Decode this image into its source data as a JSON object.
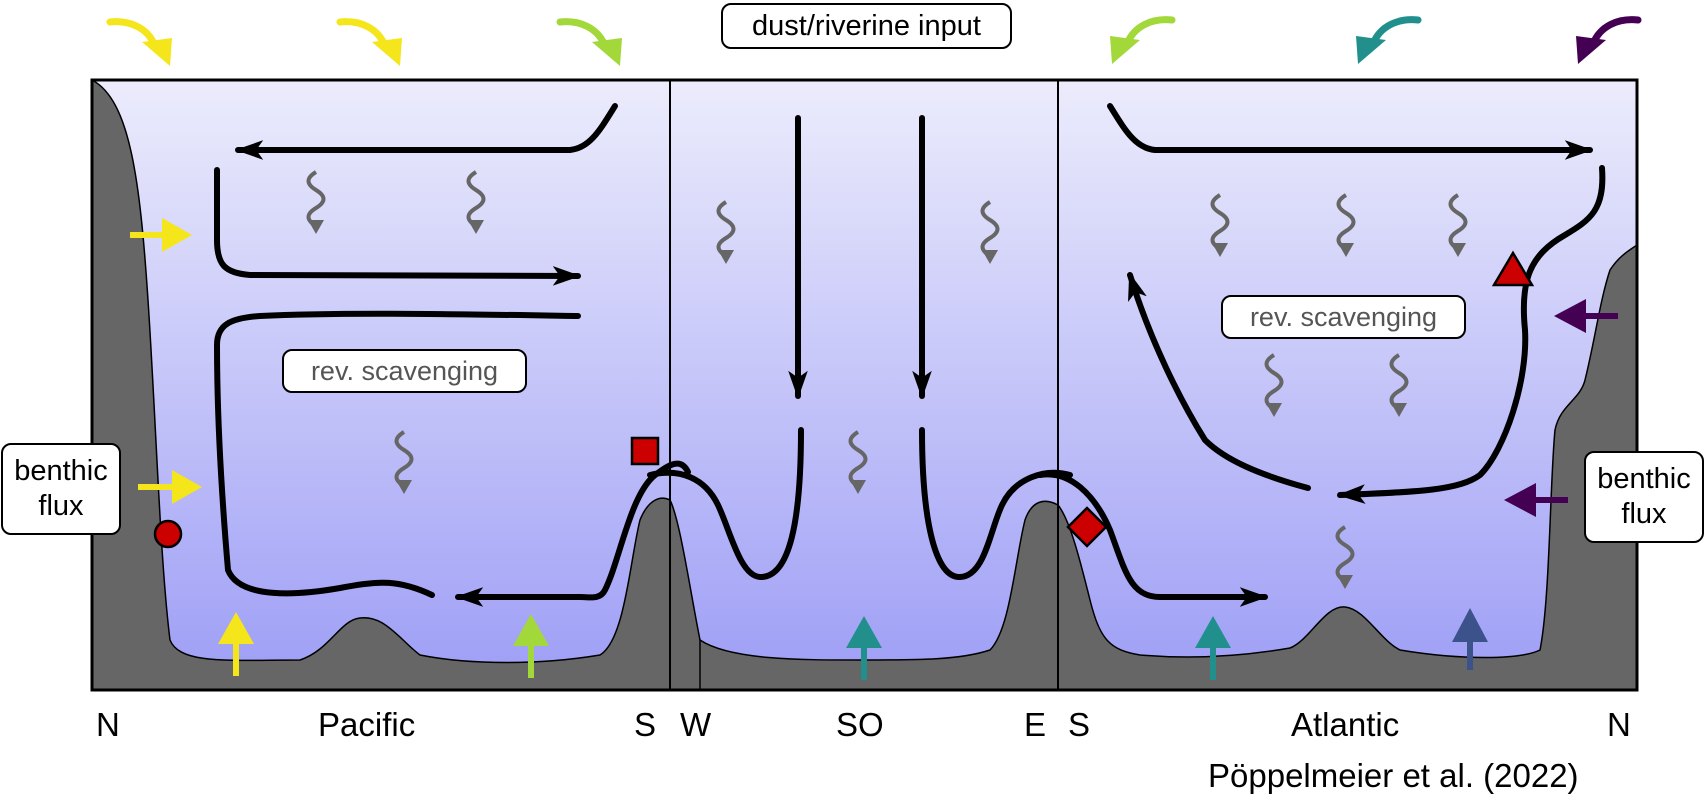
{
  "title_box": "dust/riverine input",
  "benthic_left": "benthic\nflux",
  "benthic_right": "benthic\nflux",
  "scavenging_pacific": "rev. scavenging",
  "scavenging_atlantic": "rev. scavenging",
  "axis": {
    "pacific_north": "N",
    "pacific": "Pacific",
    "pacific_south": "S",
    "so_west": "W",
    "southern_ocean": "SO",
    "so_east": "E",
    "atlantic_south": "S",
    "atlantic": "Atlantic",
    "atlantic_north": "N"
  },
  "citation": "Pöppelmeier et al. (2022)",
  "colors": {
    "yellow": "#f5e51b",
    "light_green": "#a2d83a",
    "teal": "#21908d",
    "blue": "#3b528b",
    "purple": "#440154",
    "land": "#666666",
    "marker": "#cc0000",
    "wiggle": "#666666"
  },
  "markers": [
    "circle",
    "square",
    "diamond",
    "triangle"
  ]
}
